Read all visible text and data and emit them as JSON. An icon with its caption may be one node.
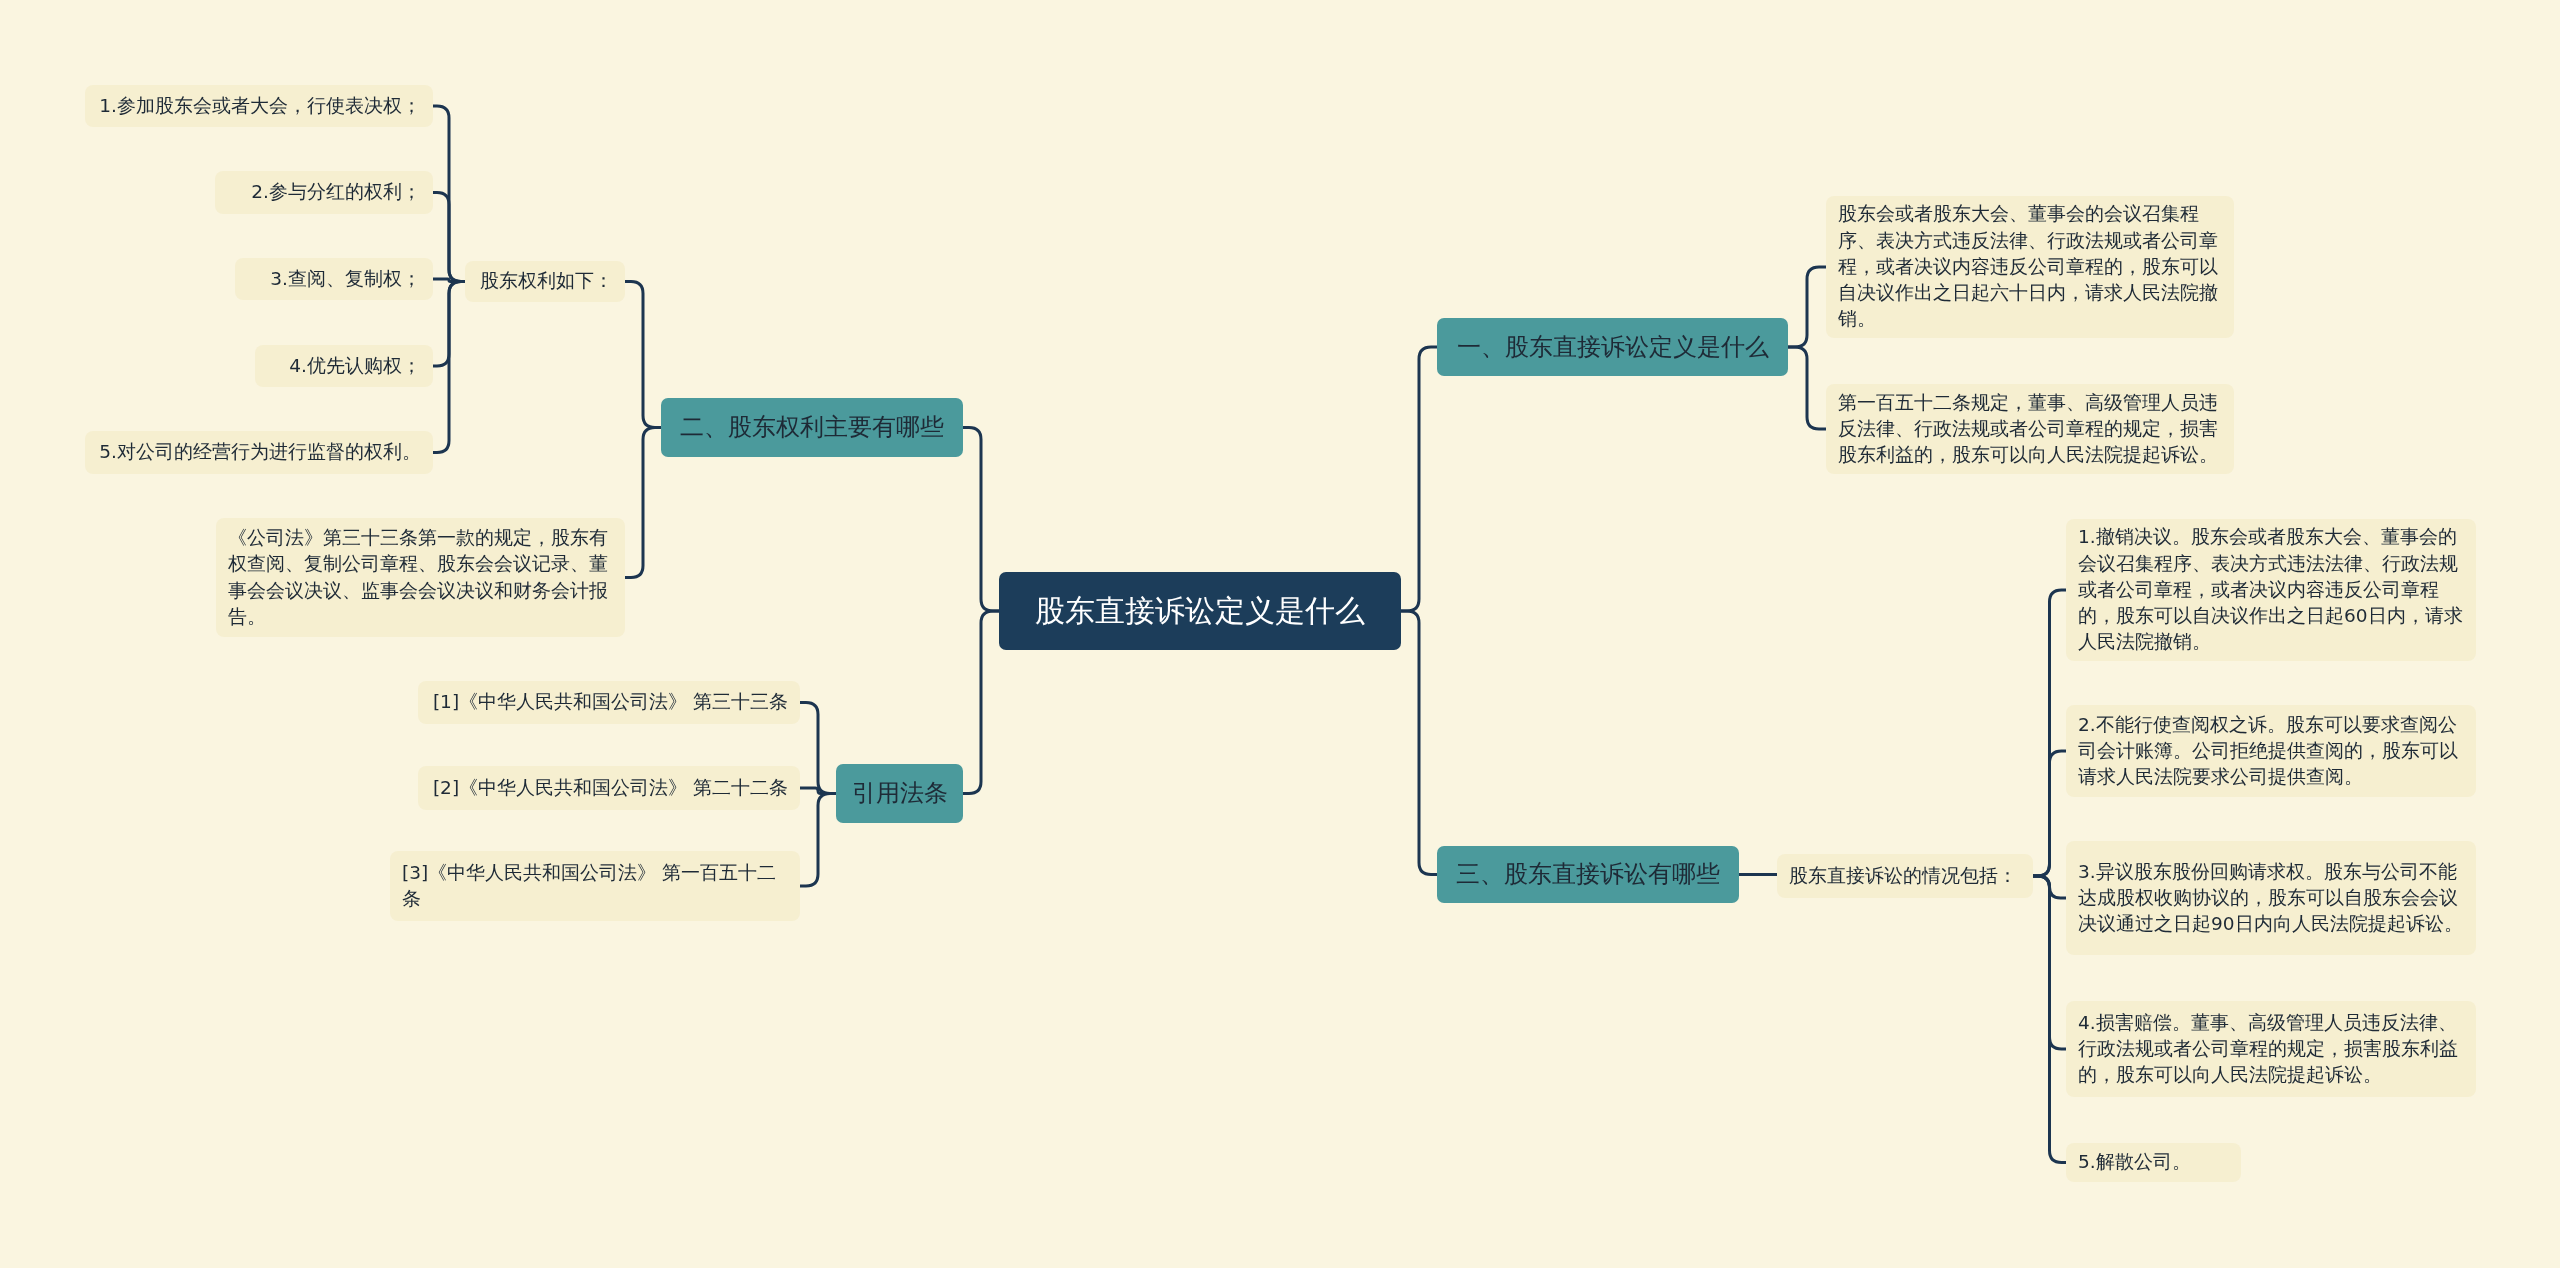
{
  "diagram": {
    "nodes": [
      {
        "text": [
          "股东直接诉讼定义是什么"
        ]
      },
      {
        "text": [
          "一、股东直接诉讼定义是什么"
        ]
      },
      {
        "text": [
          "股东会或者股东大会、董事会的会议召集程序、表决方式违反法律、行政法规或者公司章程，或者决议内容违反公司章程的，股东可以自决议作出之日起六十日内，请求人民法院撤销。"
        ]
      },
      {
        "text": [
          "第一百五十二条规定，董事、高级管理人员违反法律、行政法规或者公司章程的规定，损害股东利益的，股东可以向人民法院提起诉讼。"
        ]
      },
      {
        "text": [
          "三、股东直接诉讼有哪些"
        ]
      },
      {
        "text": [
          "股东直接诉讼的情况包括："
        ]
      },
      {
        "text": [
          "1.撤销决议。股东会或者股东大会、董事会的会议召集程序、表决方式违法法律、行政法规或者公司章程，或者决议内容违反公司章程的，股东可以自决议作出之日起60日内，请求人民法院撤销。"
        ]
      },
      {
        "text": [
          "2.不能行使查阅权之诉。股东可以要求查阅公司会计账簿。公司拒绝提供查阅的，股东可以请求人民法院要求公司提供查阅。"
        ]
      },
      {
        "text": [
          "3.异议股东股份回购请求权。股东与公司不能达成股权收购协议的，股东可以自股东会会议决议通过之日起90日内向人民法院提起诉讼。"
        ]
      },
      {
        "text": [
          "4.损害赔偿。董事、高级管理人员违反法律、行政法规或者公司章程的规定，损害股东利益的，股东可以向人民法院提起诉讼。"
        ]
      },
      {
        "text": [
          "5.解散公司。"
        ]
      },
      {
        "text": [
          "二、股东权利主要有哪些"
        ]
      },
      {
        "text": [
          "股东权利如下："
        ]
      },
      {
        "text": [
          "1.参加股东会或者大会，行使表决权；"
        ]
      },
      {
        "text": [
          "2.参与分红的权利；"
        ]
      },
      {
        "text": [
          "3.查阅、复制权；"
        ]
      },
      {
        "text": [
          "4.优先认购权；"
        ]
      },
      {
        "text": [
          "5.对公司的经营行为进行监督的权利。"
        ]
      },
      {
        "text": [
          "《公司法》第三十三条第一款的规定，股东有权查阅、复制公司章程、股东会会议记录、董事会会议决议、监事会会议决议和财务会计报告。"
        ]
      },
      {
        "text": [
          "引用法条"
        ]
      },
      {
        "text": [
          "[1]《中华人民共和国公司法》 第三十三条"
        ]
      },
      {
        "text": [
          "[2]《中华人民共和国公司法》 第二十二条"
        ]
      },
      {
        "text": [
          "[3]《中华人民共和国公司法》 第一百五十二条"
        ]
      }
    ],
    "edges": [
      {
        "from": 0,
        "to": 1,
        "arrow": "none"
      },
      {
        "from": 0,
        "to": 4,
        "arrow": "none"
      },
      {
        "from": 0,
        "to": 11,
        "arrow": "none"
      },
      {
        "from": 0,
        "to": 19,
        "arrow": "none"
      },
      {
        "from": 1,
        "to": 2,
        "arrow": "none"
      },
      {
        "from": 1,
        "to": 3,
        "arrow": "none"
      },
      {
        "from": 4,
        "to": 5,
        "arrow": "none"
      },
      {
        "from": 5,
        "to": 6,
        "arrow": "none"
      },
      {
        "from": 5,
        "to": 7,
        "arrow": "none"
      },
      {
        "from": 5,
        "to": 8,
        "arrow": "none"
      },
      {
        "from": 5,
        "to": 9,
        "arrow": "none"
      },
      {
        "from": 5,
        "to": 10,
        "arrow": "none"
      },
      {
        "from": 11,
        "to": 12,
        "arrow": "none"
      },
      {
        "from": 11,
        "to": 18,
        "arrow": "none"
      },
      {
        "from": 12,
        "to": 13,
        "arrow": "none"
      },
      {
        "from": 12,
        "to": 14,
        "arrow": "none"
      },
      {
        "from": 12,
        "to": 15,
        "arrow": "none"
      },
      {
        "from": 12,
        "to": 16,
        "arrow": "none"
      },
      {
        "from": 12,
        "to": 17,
        "arrow": "none"
      },
      {
        "from": 19,
        "to": 20,
        "arrow": "none"
      },
      {
        "from": 19,
        "to": 21,
        "arrow": "none"
      },
      {
        "from": 19,
        "to": 22,
        "arrow": "none"
      }
    ]
  }
}
